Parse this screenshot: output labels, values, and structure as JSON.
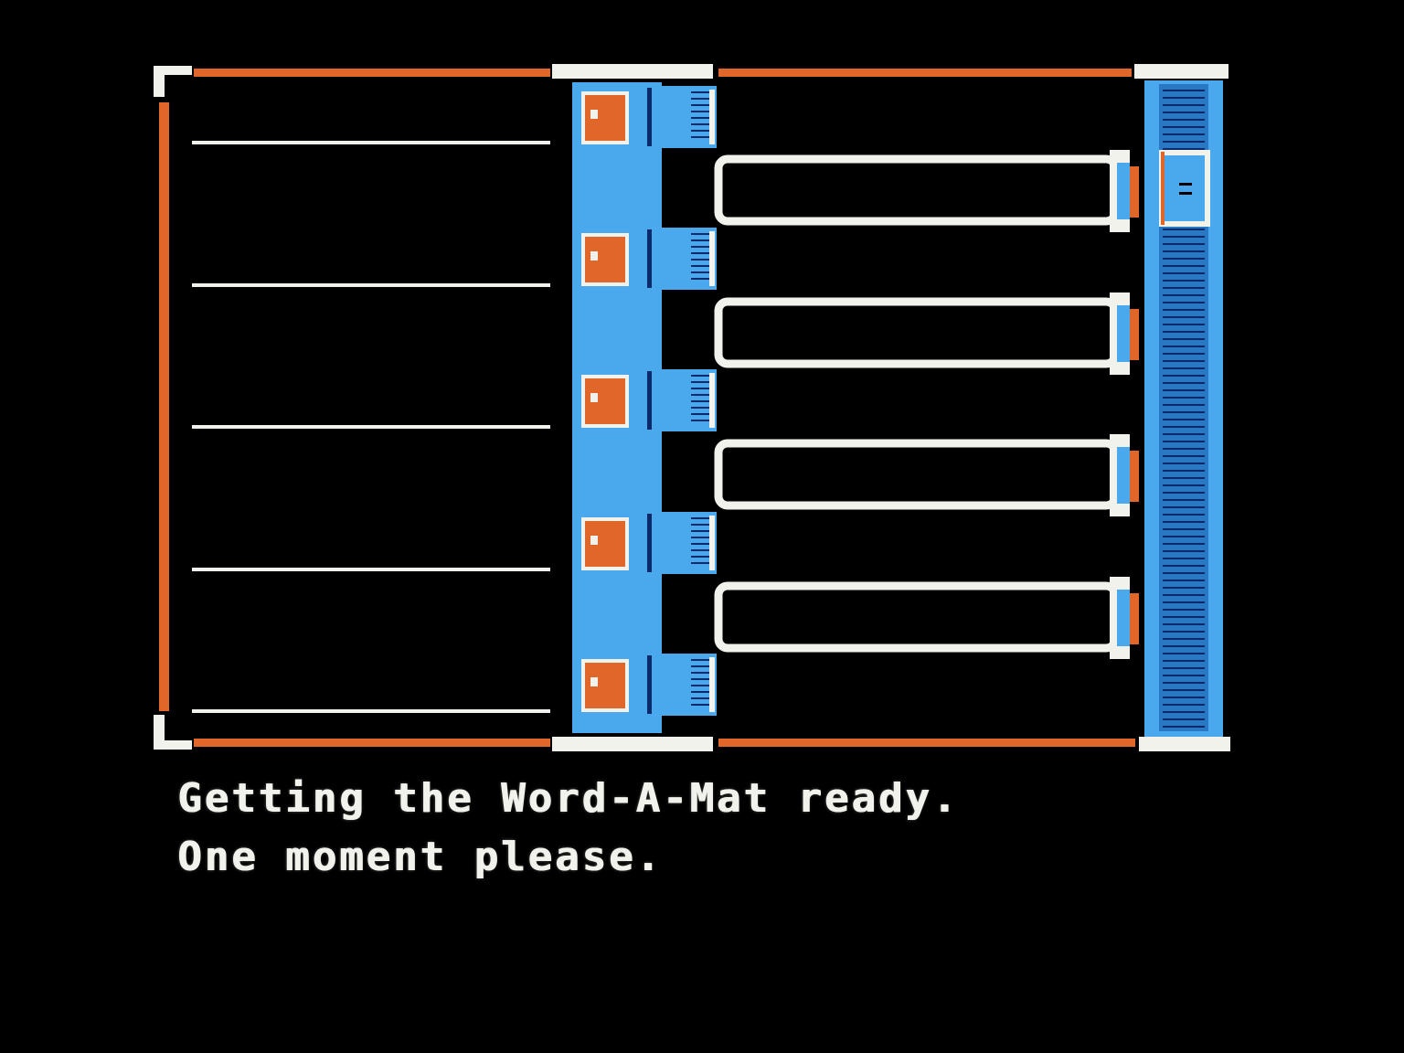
{
  "message": {
    "line1": "Getting the Word-A-Mat ready.",
    "line2": "One moment please."
  },
  "machine": {
    "word_slots": 5,
    "output_trays": 4,
    "colors": {
      "background": "#000000",
      "frame_orange": "#e0662a",
      "machine_blue": "#4aa8ec",
      "button_orange": "#e0662a",
      "white": "#f2f2ec"
    },
    "icons": [
      "slot-button-icon",
      "lever-icon",
      "scroll-thumb-icon"
    ]
  }
}
